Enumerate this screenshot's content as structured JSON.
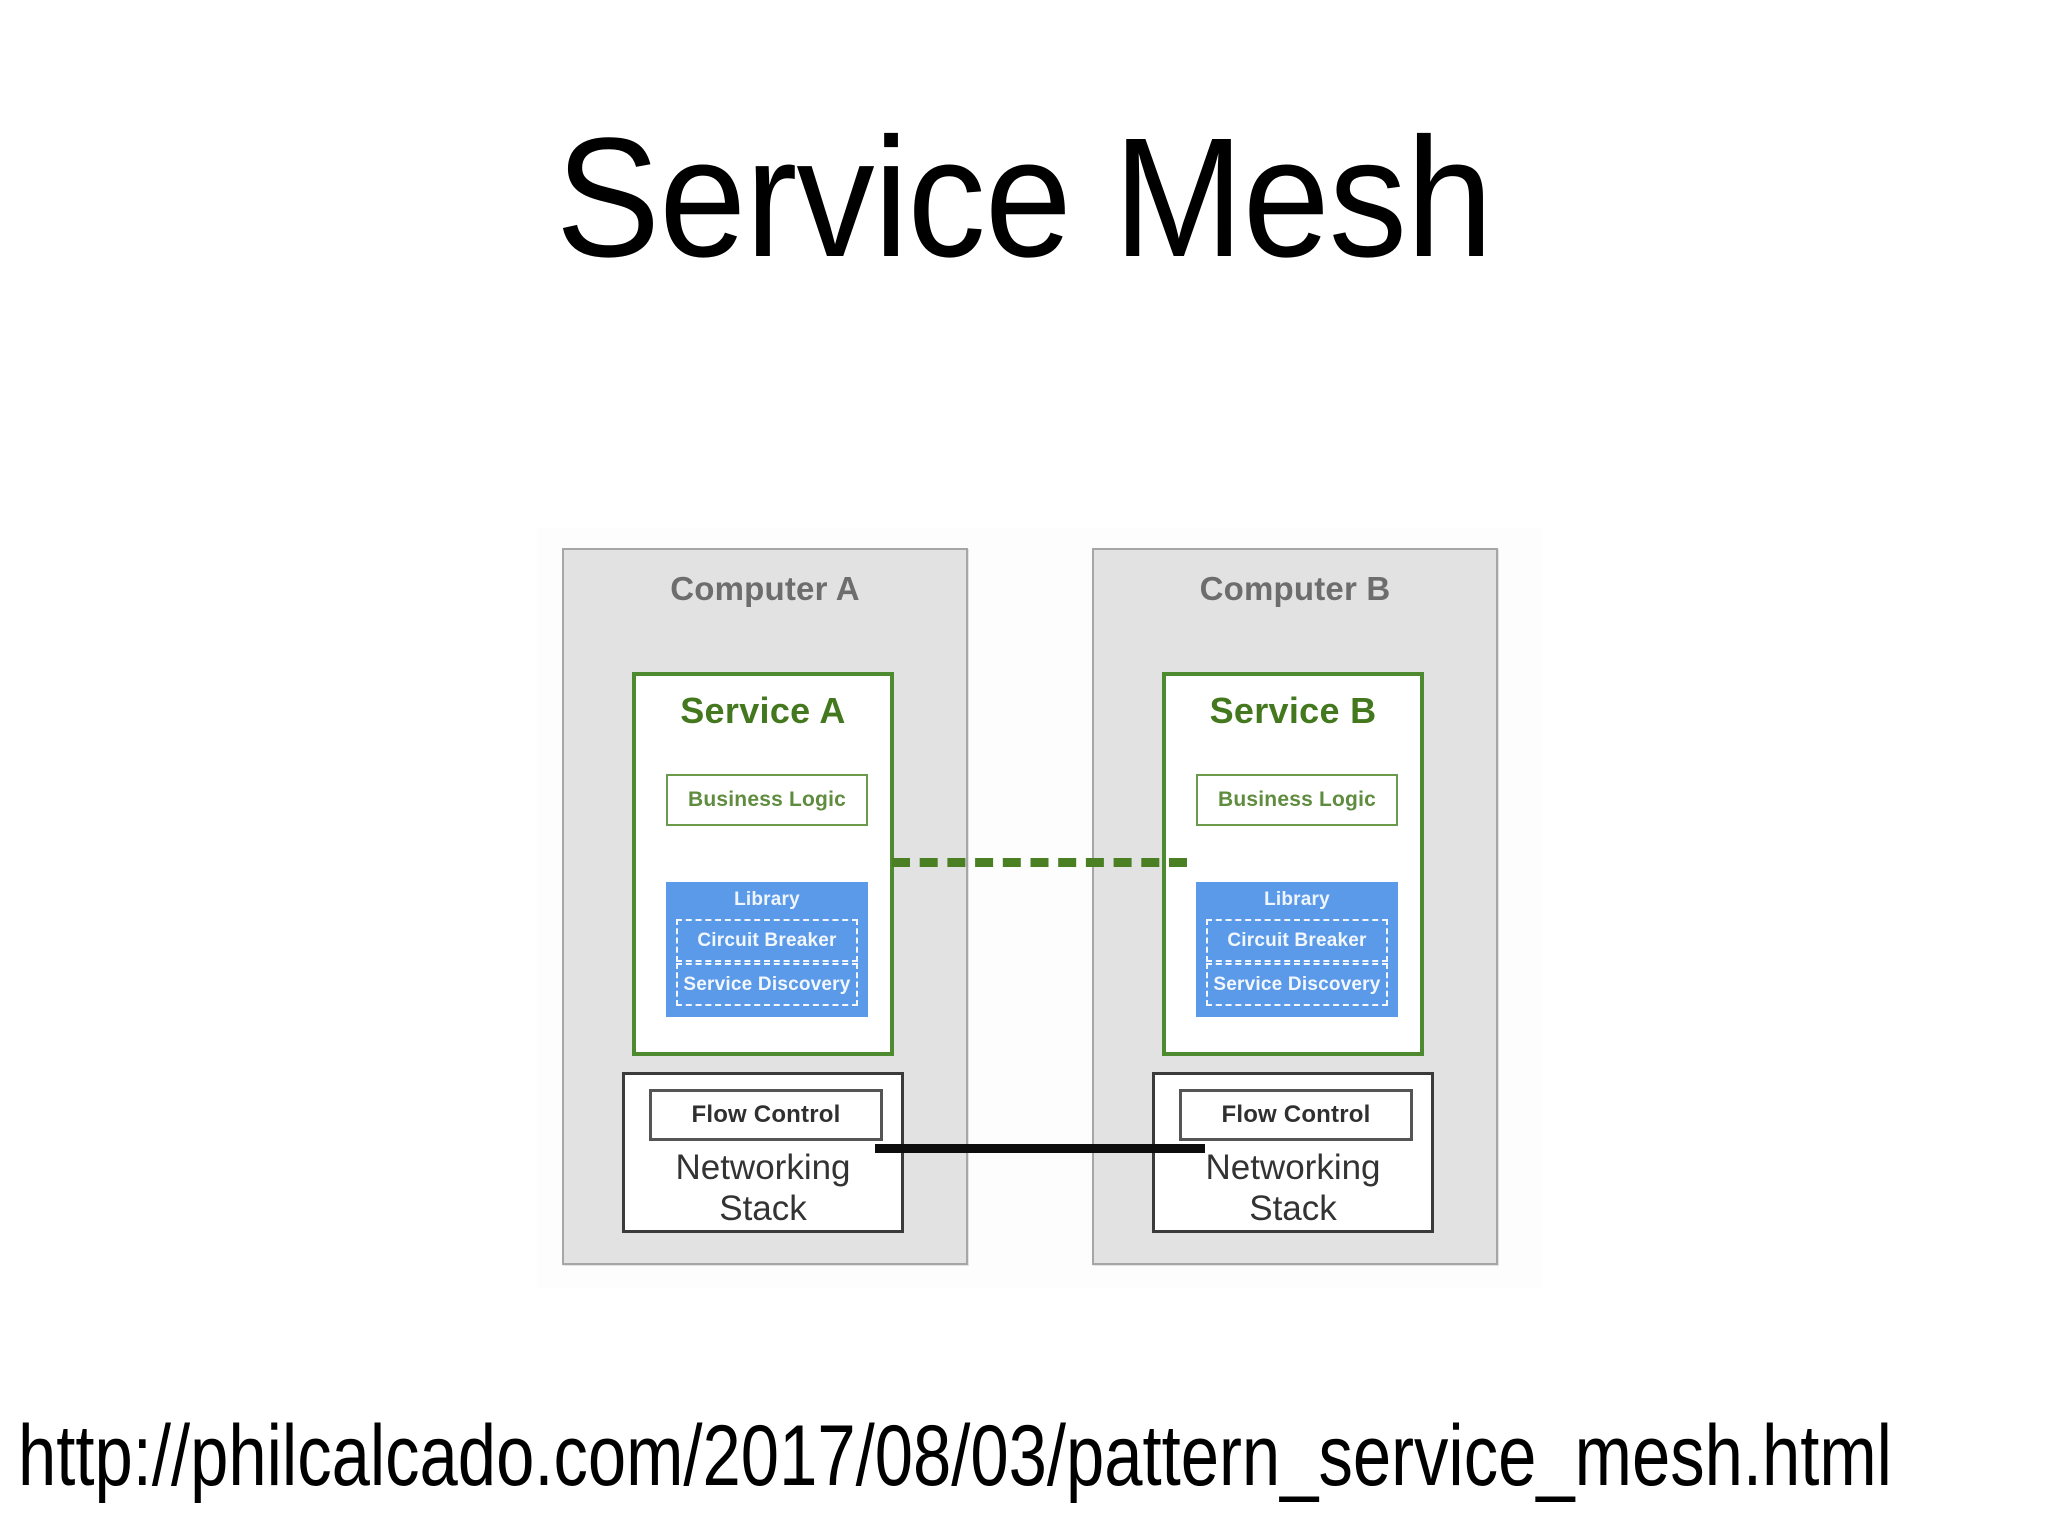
{
  "slide": {
    "title": "Service Mesh",
    "source_url": "http://philcalcado.com/2017/08/03/pattern_service_mesh.html"
  },
  "colors": {
    "service_border_green": "#4e8a2f",
    "service_title_green": "#44781f",
    "library_blue": "#5b9ae8",
    "computer_fill_gray": "#e2e2e2",
    "computer_border_gray": "#a6a6a6",
    "connector_dashed_green": "#4a7f24",
    "connector_solid_black": "#0d0d0d",
    "netstack_border": "#3b3b3b"
  },
  "diagram": {
    "computers": [
      {
        "label": "Computer A",
        "service": {
          "title": "Service A",
          "business_logic": "Business Logic",
          "library": {
            "title": "Library",
            "components": [
              "Circuit Breaker",
              "Service Discovery"
            ]
          }
        },
        "networking_stack": {
          "flow_control": "Flow Control",
          "label": "Networking\nStack",
          "label_line1": "Networking",
          "label_line2": "Stack"
        }
      },
      {
        "label": "Computer B",
        "service": {
          "title": "Service B",
          "business_logic": "Business Logic",
          "library": {
            "title": "Library",
            "components": [
              "Circuit Breaker",
              "Service Discovery"
            ]
          }
        },
        "networking_stack": {
          "flow_control": "Flow Control",
          "label": "Networking\nStack",
          "label_line1": "Networking",
          "label_line2": "Stack"
        }
      }
    ],
    "connectors": [
      {
        "name": "service-to-service",
        "style": "dashed",
        "color": "#4a7f24",
        "label": ""
      },
      {
        "name": "network-to-network",
        "style": "solid",
        "color": "#0d0d0d",
        "label": ""
      }
    ]
  }
}
